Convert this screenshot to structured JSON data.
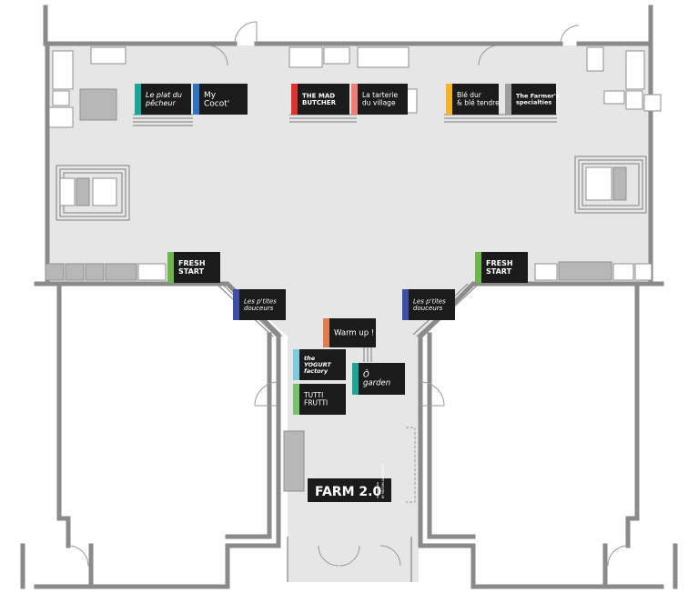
{
  "colors": {
    "floor": "#e6e6e6",
    "wall": "#8a8a8a",
    "sign": "#1b1b1b",
    "teal": "#1aa596",
    "blue": "#2f74c0",
    "red": "#e0312f",
    "salmon": "#ef7d74",
    "yellow": "#f5b326",
    "gray": "#9e9e9e",
    "green": "#6db64c",
    "indigo": "#3f4fa6",
    "orange": "#e07c4f",
    "lightblue": "#7ecbe0",
    "lightgreen": "#79c26d"
  },
  "stands": [
    {
      "id": "le-plat-du-pecheur",
      "line1": "Le plat du",
      "line2": "pêcheur",
      "accent": "teal"
    },
    {
      "id": "my-cocot",
      "line1": "My",
      "line2": "Cocot'",
      "accent": "blue"
    },
    {
      "id": "the-mad-butcher",
      "line1": "THE MAD",
      "line2": "BUTCHER",
      "accent": "red"
    },
    {
      "id": "la-tarterie-du-village",
      "line1": "La tarterie",
      "line2": "du village",
      "accent": "salmon"
    },
    {
      "id": "ble-dur-ble-tendre",
      "line1": "Blé dur",
      "line2": "& blé tendre",
      "accent": "yellow"
    },
    {
      "id": "the-farmers-specialties",
      "line1": "The Farmer's",
      "line2": "specialties",
      "accent": "gray"
    },
    {
      "id": "fresh-start-left",
      "line1": "FRESH",
      "line2": "START",
      "accent": "green"
    },
    {
      "id": "fresh-start-right",
      "line1": "FRESH",
      "line2": "START",
      "accent": "green"
    },
    {
      "id": "les-ptites-douceurs-left",
      "line1": "Les p'tites",
      "line2": "douceurs",
      "accent": "indigo"
    },
    {
      "id": "les-ptites-douceurs-right",
      "line1": "Les p'tites",
      "line2": "douceurs",
      "accent": "indigo"
    },
    {
      "id": "warm-up",
      "line1": "Warm up !",
      "line2": "",
      "accent": "orange"
    },
    {
      "id": "the-yogurt-factory",
      "line1": "the",
      "line2": "YOGURT",
      "line3": "factory",
      "accent": "lightblue"
    },
    {
      "id": "o-garden",
      "line1": "Ô",
      "line2": "garden",
      "accent": "teal"
    },
    {
      "id": "tutti-frutti",
      "line1": "TUTTI",
      "line2": "FRUTTI",
      "accent": "lightgreen"
    }
  ],
  "brand": {
    "name": "FARM 2.0",
    "tag": "BY MAISON ALEXANDRE"
  }
}
